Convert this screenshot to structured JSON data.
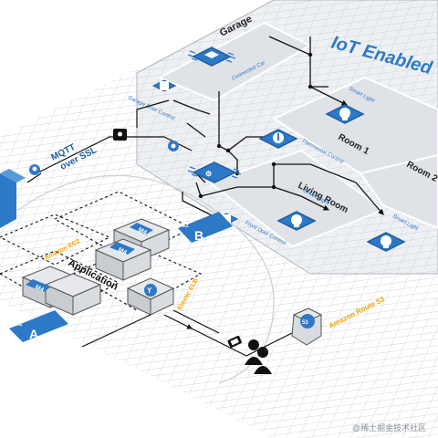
{
  "title": "IoT Enabled",
  "rooms": {
    "garage": "Garage",
    "room1": "Room 1",
    "room2": "Room 2",
    "living": "Living Room"
  },
  "devices": {
    "connected_car": "Connected Car",
    "garage_door": "Garage Door Control",
    "smart_light_top": "Smart Light",
    "thermostat": "Thermostat Control",
    "smart_light_living": "Smart Light",
    "front_door": "Front Door Control",
    "smart_light_right": "Smart Light"
  },
  "network": {
    "mqtt": "MQTT",
    "over_ssl": "over SSL",
    "application": "Application",
    "ec2": "Amazon EC2",
    "elb": "Elastic ELB",
    "route53": "Amazon Route 53",
    "route53_badge": "53",
    "m4": "M4"
  },
  "zones": {
    "a": "A",
    "b": "B",
    "az": "AZ"
  },
  "watermark": "@稀土掘金技术社区",
  "colors": {
    "accent": "#2d79c7",
    "accent_dark": "#1f5d9e",
    "amazon_orange": "#f4a100",
    "grid": "#c9cfd6",
    "room_fill": "#e9ecef",
    "line": "#111111"
  }
}
